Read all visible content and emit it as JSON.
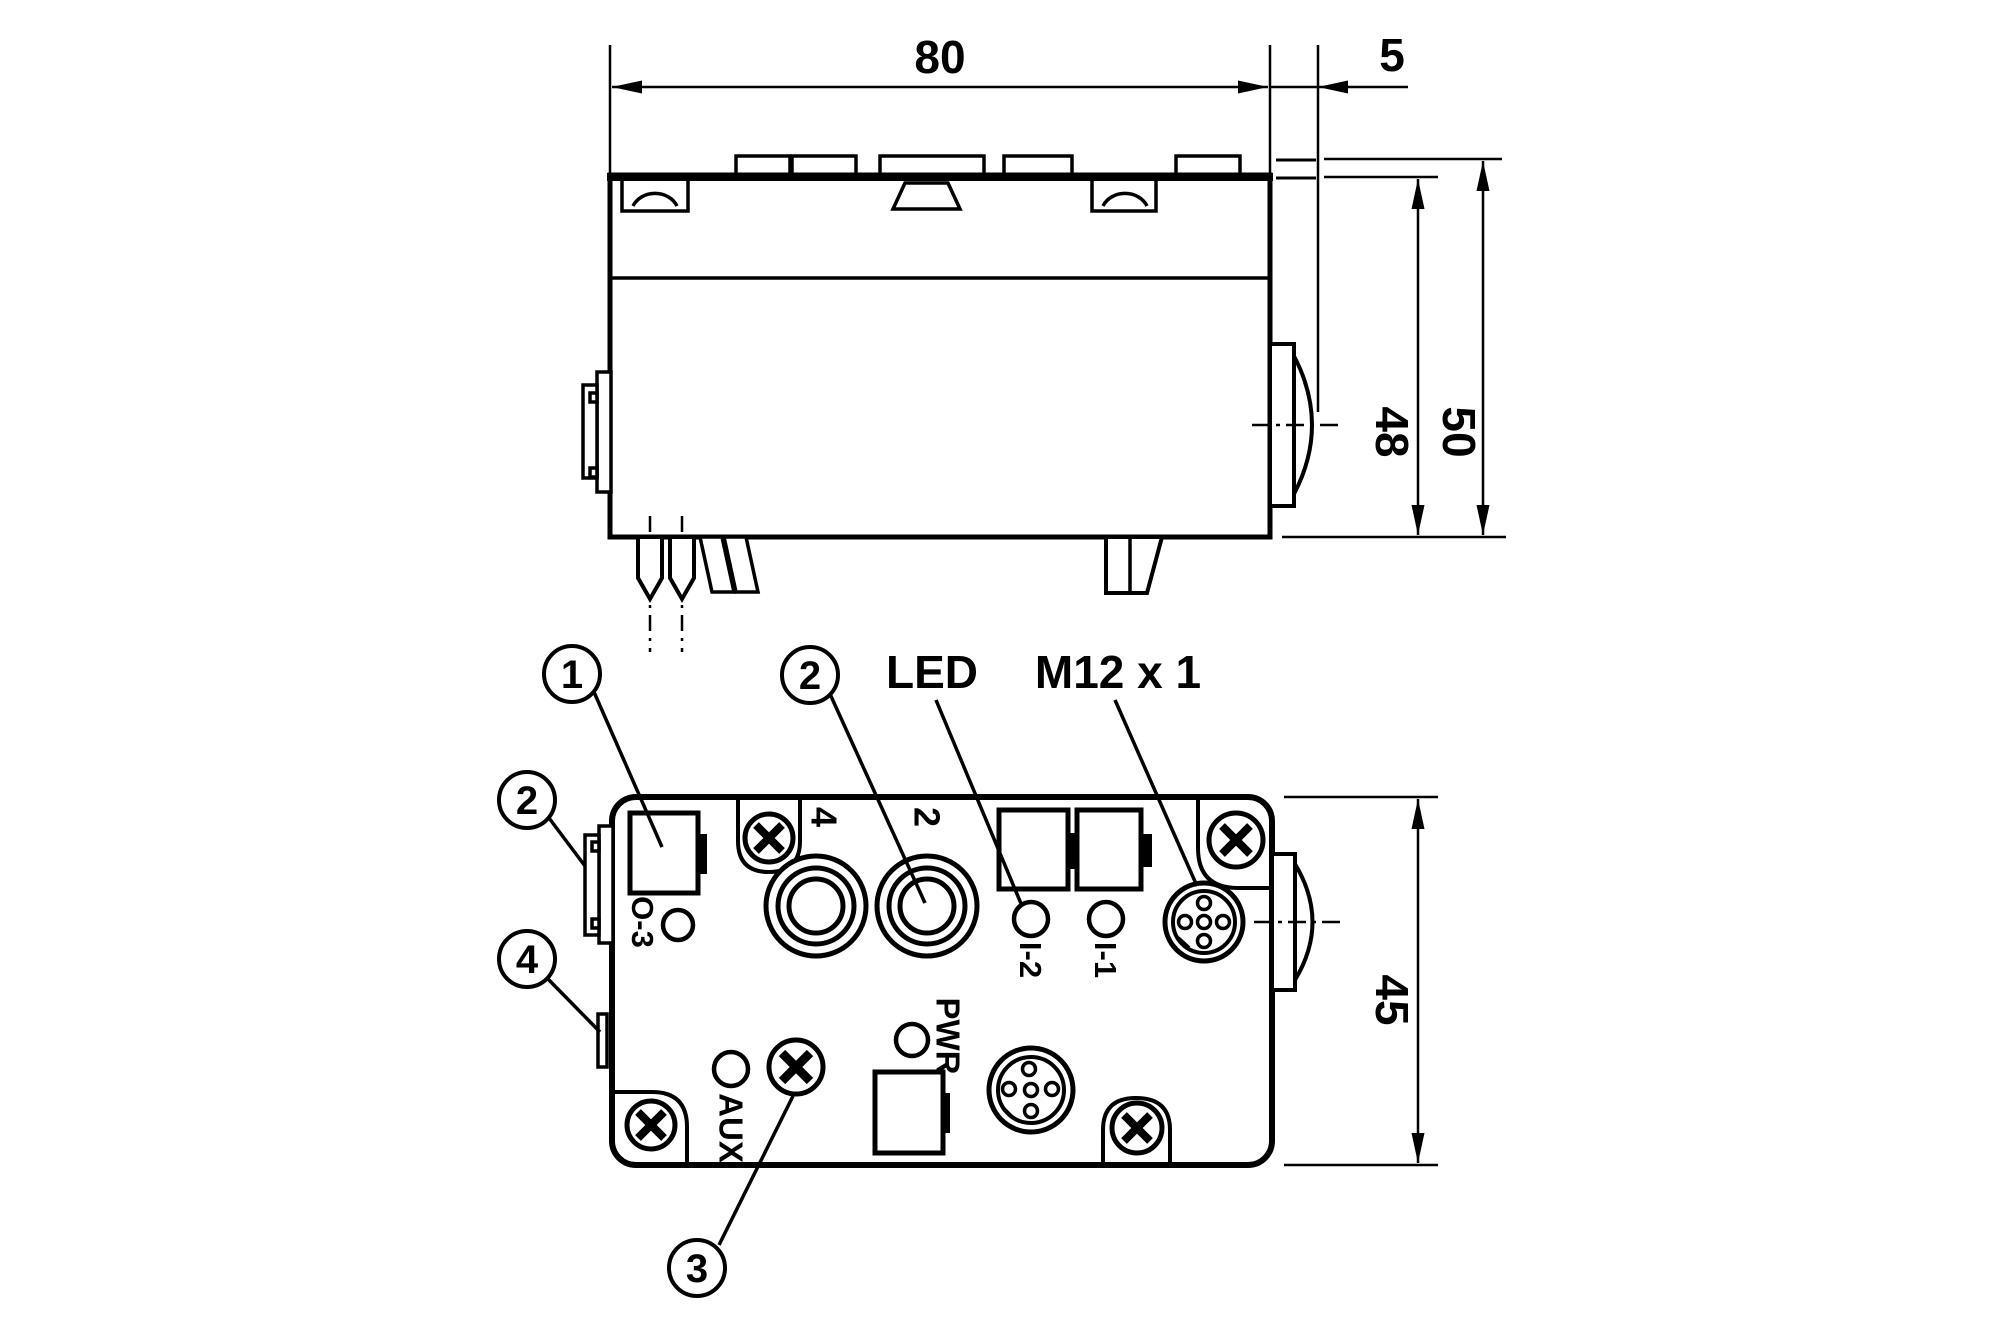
{
  "page": {
    "background": "#ffffff",
    "ink": "#000000"
  },
  "top_view": {
    "dims": {
      "width": "80",
      "connector_protrusion": "5",
      "body_height": "48",
      "total_height": "50"
    }
  },
  "bottom_view": {
    "dim_height": "45",
    "labels": {
      "led": "LED",
      "thread": "M12 x 1"
    },
    "callouts": {
      "c1": "1",
      "c2": "2",
      "c3": "3",
      "c4": "4"
    },
    "ports": {
      "output3": "O-3",
      "input2": "I-2",
      "input1": "I-1",
      "power": "PWR",
      "aux": "AUX",
      "socket4": "4",
      "socket2": "2"
    }
  }
}
